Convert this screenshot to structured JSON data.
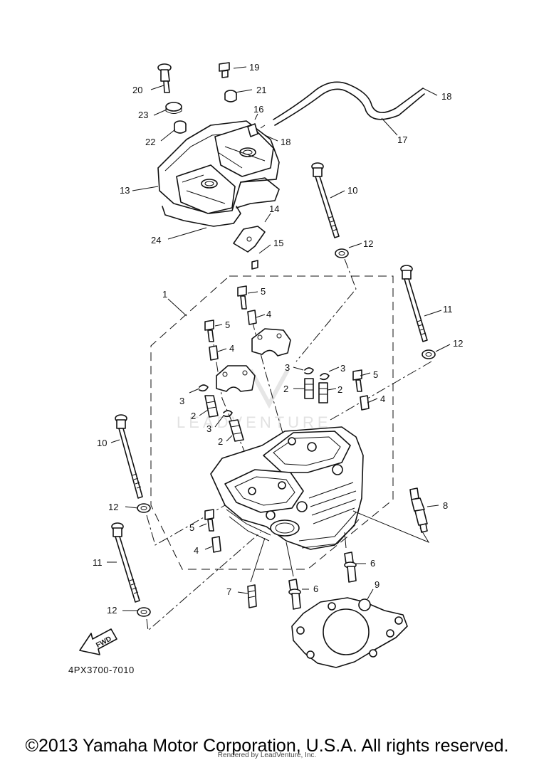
{
  "diagram": {
    "part_number": "4PX3700-7010",
    "watermark": "LEADVENTURE",
    "direction_label": "FWD",
    "callouts": {
      "c1": "1",
      "c2a": "2",
      "c2b": "2",
      "c2c": "2",
      "c2d": "2",
      "c3a": "3",
      "c3b": "3",
      "c3c": "3",
      "c3d": "3",
      "c4a": "4",
      "c4b": "4",
      "c4c": "4",
      "c4d": "4",
      "c5a": "5",
      "c5b": "5",
      "c5c": "5",
      "c5d": "5",
      "c6a": "6",
      "c6b": "6",
      "c7": "7",
      "c8": "8",
      "c9": "9",
      "c10a": "10",
      "c10b": "10",
      "c11a": "11",
      "c11b": "11",
      "c12a": "12",
      "c12b": "12",
      "c12c": "12",
      "c12d": "12",
      "c13": "13",
      "c14": "14",
      "c15": "15",
      "c16": "16",
      "c17": "17",
      "c18a": "18",
      "c18b": "18",
      "c19": "19",
      "c20": "20",
      "c21": "21",
      "c22": "22",
      "c23": "23",
      "c24": "24"
    }
  },
  "footer": {
    "copyright": "©2013 Yamaha Motor Corporation, U.S.A. All rights reserved.",
    "rendered_by": "Rendered by LeadVenture, Inc."
  }
}
